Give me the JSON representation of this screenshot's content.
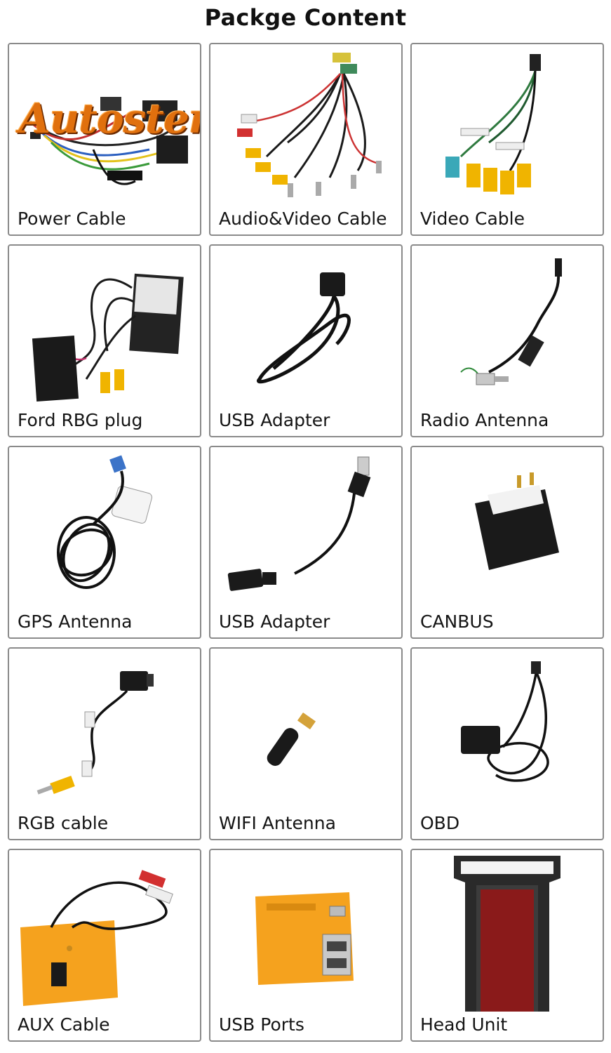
{
  "page": {
    "title": "Packge Content",
    "watermark": "Autostereo"
  },
  "items": [
    {
      "label": "Power Cable",
      "icon": "power-cable-icon"
    },
    {
      "label": "Audio&Video Cable",
      "icon": "audio-video-cable-icon"
    },
    {
      "label": "Video Cable",
      "icon": "video-cable-icon"
    },
    {
      "label": "Ford RBG plug",
      "icon": "ford-rbg-plug-icon"
    },
    {
      "label": "USB Adapter",
      "icon": "usb-adapter-icon"
    },
    {
      "label": "Radio Antenna",
      "icon": "radio-antenna-icon"
    },
    {
      "label": "GPS Antenna",
      "icon": "gps-antenna-icon"
    },
    {
      "label": "USB Adapter",
      "icon": "usb-adapter-icon"
    },
    {
      "label": "CANBUS",
      "icon": "canbus-icon"
    },
    {
      "label": "RGB cable",
      "icon": "rgb-cable-icon"
    },
    {
      "label": "WIFI Antenna",
      "icon": "wifi-antenna-icon"
    },
    {
      "label": "OBD",
      "icon": "obd-icon"
    },
    {
      "label": "AUX Cable",
      "icon": "aux-cable-icon"
    },
    {
      "label": "USB Ports",
      "icon": "usb-ports-icon"
    },
    {
      "label": "Head Unit",
      "icon": "head-unit-icon"
    }
  ],
  "colors": {
    "border": "#8a8a8a",
    "cable": "#1a1a1a",
    "rca_yellow": "#f0b400",
    "pcb_orange": "#f5a21e",
    "logo_orange": "#e0700e"
  }
}
